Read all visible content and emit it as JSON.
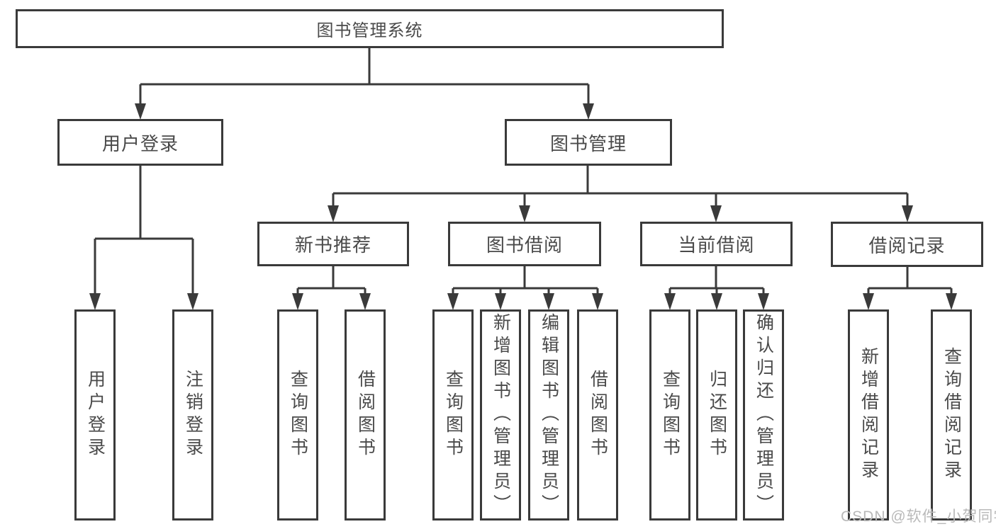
{
  "diagram": {
    "root": {
      "label": "图书管理系统"
    },
    "user_login": {
      "label": "用户登录",
      "children": [
        "用户登录",
        "注销登录"
      ]
    },
    "book_mgmt": {
      "label": "图书管理",
      "sections": [
        {
          "label": "新书推荐",
          "children": [
            "查询图书",
            "借阅图书"
          ]
        },
        {
          "label": "图书借阅",
          "children": [
            "查询图书",
            "新增图书（管理员）",
            "编辑图书（管理员）",
            "借阅图书"
          ]
        },
        {
          "label": "当前借阅",
          "children": [
            "查询图书",
            "归还图书",
            "确认归还（管理员）"
          ]
        },
        {
          "label": "借阅记录",
          "children": [
            "新增借阅记录",
            "查询借阅记录"
          ]
        }
      ]
    }
  },
  "watermark": "CSDN @软件_小贺同学"
}
